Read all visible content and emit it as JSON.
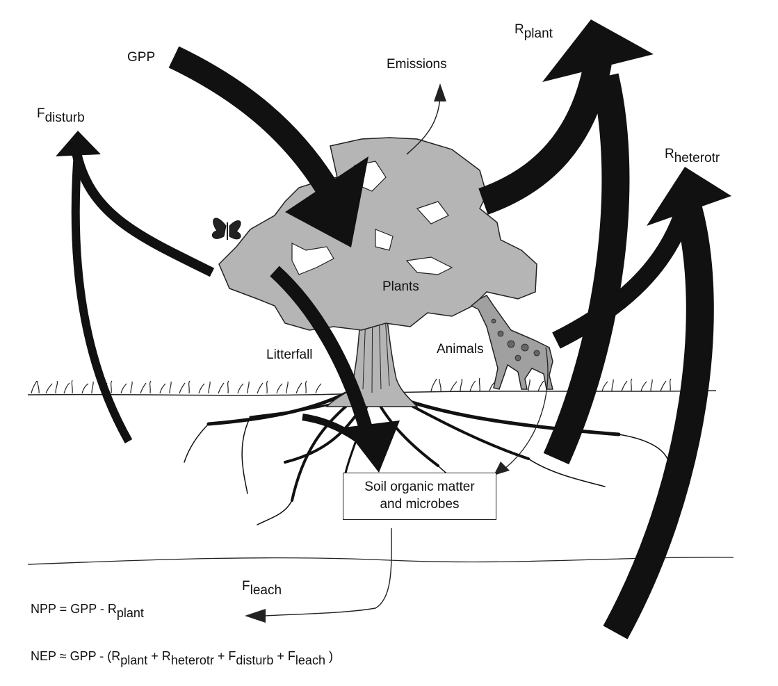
{
  "labels": {
    "gpp": "GPP",
    "emissions": "Emissions",
    "plants": "Plants",
    "animals": "Animals",
    "litterfall": "Litterfall",
    "f_disturb": {
      "main": "F",
      "sub": "disturb"
    },
    "r_plant": {
      "main": "R",
      "sub": "plant"
    },
    "r_heterotr": {
      "main": "R",
      "sub": "heterotr"
    },
    "f_leach": {
      "main": "F",
      "sub": "leach"
    }
  },
  "soil_box": {
    "line1": "Soil organic matter",
    "line2": "and microbes"
  },
  "equations": {
    "npp": {
      "text": "NPP = GPP - R",
      "sub": "plant"
    },
    "nep": {
      "prefix": "NEP ≈ GPP - (R",
      "sub1": "plant",
      "plus1": " + R",
      "sub2": "heterotr",
      "plus2": " + F",
      "sub3": "disturb",
      "plus3": " + F",
      "sub4": "leach",
      "suffix": " )"
    }
  },
  "colors": {
    "canopy": "#b5b5b5",
    "ink": "#111111",
    "giraffe": "#a0a0a0"
  }
}
